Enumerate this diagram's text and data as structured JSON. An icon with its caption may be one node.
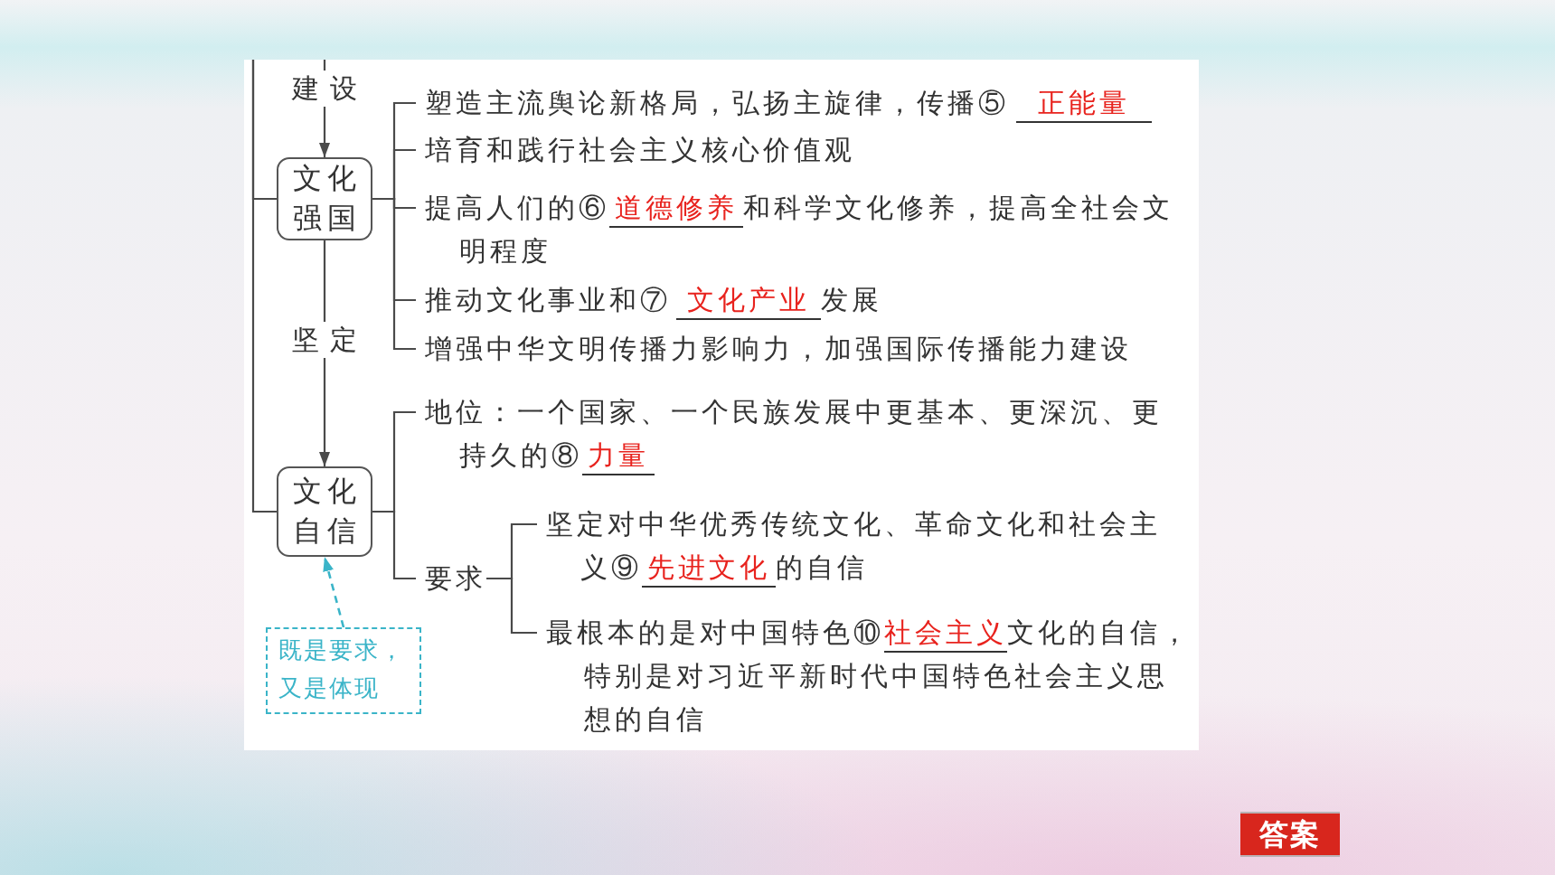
{
  "diagram": {
    "nodes": [
      {
        "text": [
          "文化强国"
        ]
      },
      {
        "text": [
          "塑造主流舆论新格局，弘扬主旋律，传播⑤",
          "正能量"
        ]
      },
      {
        "text": [
          "培育和践行社会主义核心价值观"
        ]
      },
      {
        "text": [
          "提高人们的⑥",
          "道德修养",
          "和科学文化修养，提高全社会文明程度"
        ]
      },
      {
        "text": [
          "推动文化事业和⑦",
          "文化产业",
          "发展"
        ]
      },
      {
        "text": [
          "增强中华文明传播力影响力，加强国际传播能力建设"
        ]
      },
      {
        "text": [
          "文化自信"
        ]
      },
      {
        "text": [
          "地位：一个国家、一个民族发展中更基本、更深沉、更持久的⑧",
          "力量"
        ]
      },
      {
        "text": [
          "要求"
        ]
      },
      {
        "text": [
          "坚定对中华优秀传统文化、革命文化和社会主义⑨",
          "先进文化",
          "的自信"
        ]
      },
      {
        "text": [
          "最根本的是对中国特色⑩",
          "社会主义",
          "文化的自信，特别是对习近平新时代中国特色社会主义思想的自信"
        ]
      },
      {
        "text": [
          "既是要求，又是体现"
        ]
      }
    ],
    "edges": [
      {
        "from": null,
        "to": 0,
        "arrow": "to",
        "label": "建设"
      },
      {
        "from": null,
        "to": 0,
        "arrow": "none"
      },
      {
        "from": null,
        "to": 6,
        "arrow": "none"
      },
      {
        "from": 0,
        "to": 1,
        "arrow": "none"
      },
      {
        "from": 0,
        "to": 2,
        "arrow": "none"
      },
      {
        "from": 0,
        "to": 3,
        "arrow": "none"
      },
      {
        "from": 0,
        "to": 4,
        "arrow": "none"
      },
      {
        "from": 0,
        "to": 5,
        "arrow": "none"
      },
      {
        "from": 0,
        "to": 6,
        "arrow": "to",
        "label": "坚定"
      },
      {
        "from": 6,
        "to": 7,
        "arrow": "none"
      },
      {
        "from": 6,
        "to": 8,
        "arrow": "none"
      },
      {
        "from": 8,
        "to": 9,
        "arrow": "none"
      },
      {
        "from": 8,
        "to": 10,
        "arrow": "none"
      },
      {
        "from": 11,
        "to": 6,
        "arrow": "to",
        "style": "dashed",
        "color": "#3ab4c8"
      }
    ],
    "labels": [
      "答案"
    ]
  }
}
